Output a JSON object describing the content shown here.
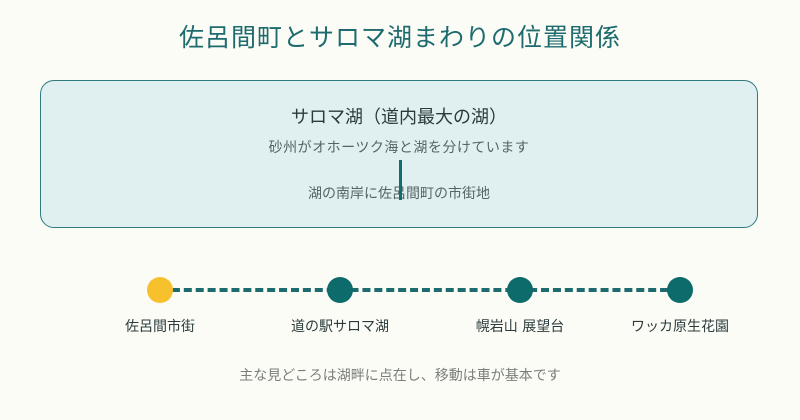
{
  "title": "佐呂間町とサロマ湖まわりの位置関係",
  "lake": {
    "name": "サロマ湖（道内最大の湖）",
    "description": "砂州がオホーツク海と湖を分けています",
    "town_note": "湖の南岸に佐呂間町の市街地"
  },
  "route": {
    "stops": [
      {
        "label": "佐呂間市街"
      },
      {
        "label": "道の駅サロマ湖"
      },
      {
        "label": "幌岩山 展望台"
      },
      {
        "label": "ワッカ原生花園"
      }
    ]
  },
  "footnote": "主な見どころは湖畔に点在し、移動は車が基本です",
  "colors": {
    "accent": "#1d6b6e",
    "start_marker": "#f6c12d",
    "stop_marker": "#0e6b6b",
    "lake_fill": "#e0efef"
  }
}
